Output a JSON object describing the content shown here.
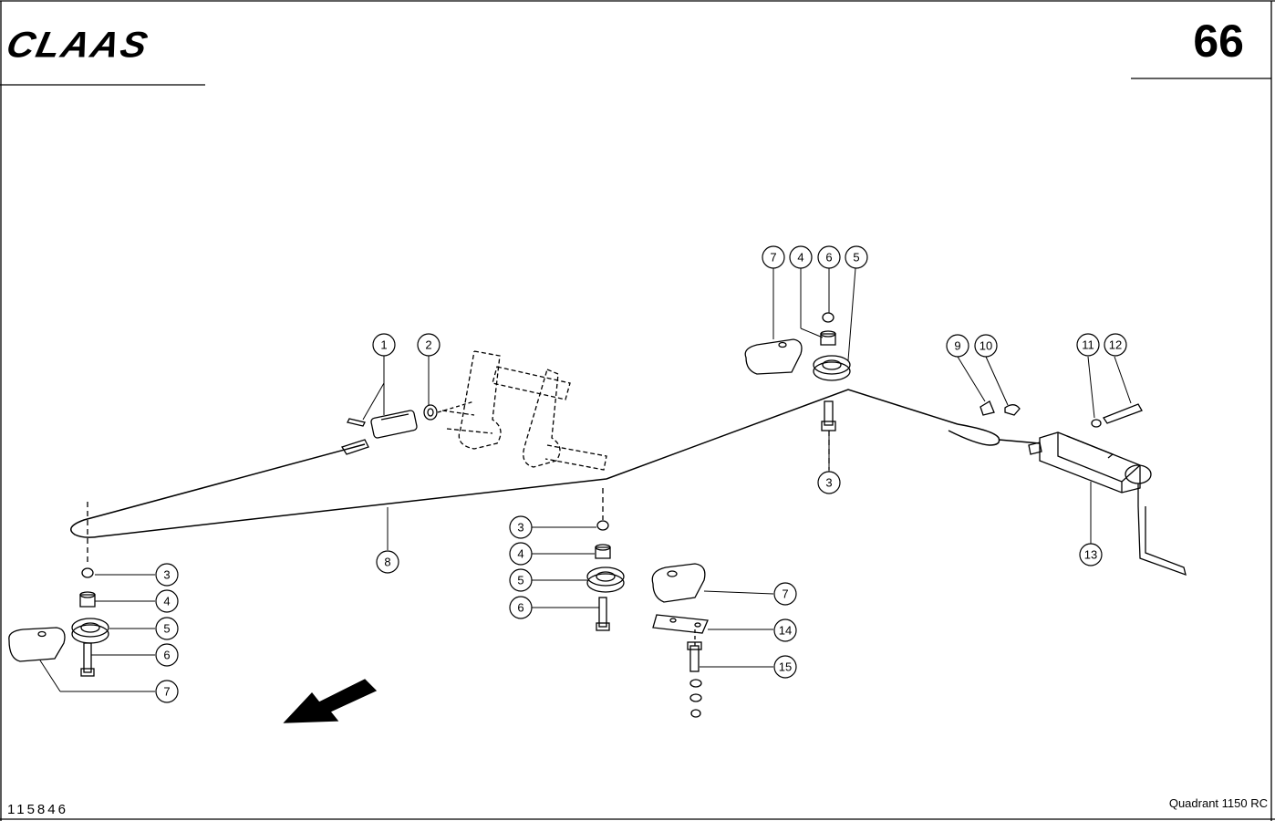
{
  "header": {
    "brand": "CLAAS",
    "page_number": "66"
  },
  "footer": {
    "document_number": "115846",
    "model": "Quadrant 1150 RC"
  },
  "callouts": {
    "c1": "1",
    "c2": "2",
    "c3a": "3",
    "c3b": "3",
    "c3c": "3",
    "c4a": "4",
    "c4b": "4",
    "c4c": "4",
    "c5a": "5",
    "c5b": "5",
    "c5c": "5",
    "c6a": "6",
    "c6b": "6",
    "c6c": "6",
    "c7a": "7",
    "c7b": "7",
    "c7c": "7",
    "c8": "8",
    "c9": "9",
    "c10": "10",
    "c11": "11",
    "c12": "12",
    "c13": "13",
    "c14": "14",
    "c15": "15"
  },
  "colors": {
    "ink": "#000000",
    "paper": "#ffffff"
  }
}
